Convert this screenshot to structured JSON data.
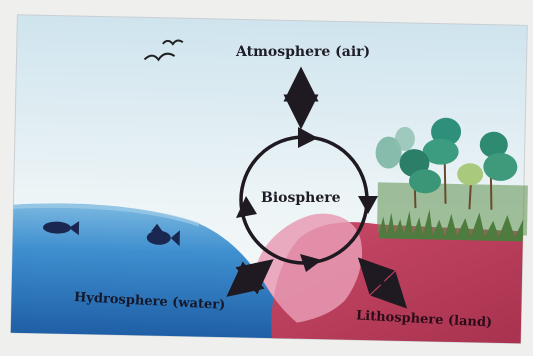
{
  "labels": {
    "atmosphere": "Atmosphere (air)",
    "biosphere": "Biosphere",
    "hydrosphere": "Hydrosphere (water)",
    "lithosphere": "Lithosphere (land)"
  },
  "colors": {
    "sky": "#dcebf2",
    "water": "#2b78b8",
    "land": "#c0405e",
    "land_highlight": "#e79bb5",
    "forest": "#3f8e6c",
    "arrow": "#1f1a22"
  },
  "icons": [
    "bird-icon",
    "fish-icon",
    "tree-icon"
  ]
}
